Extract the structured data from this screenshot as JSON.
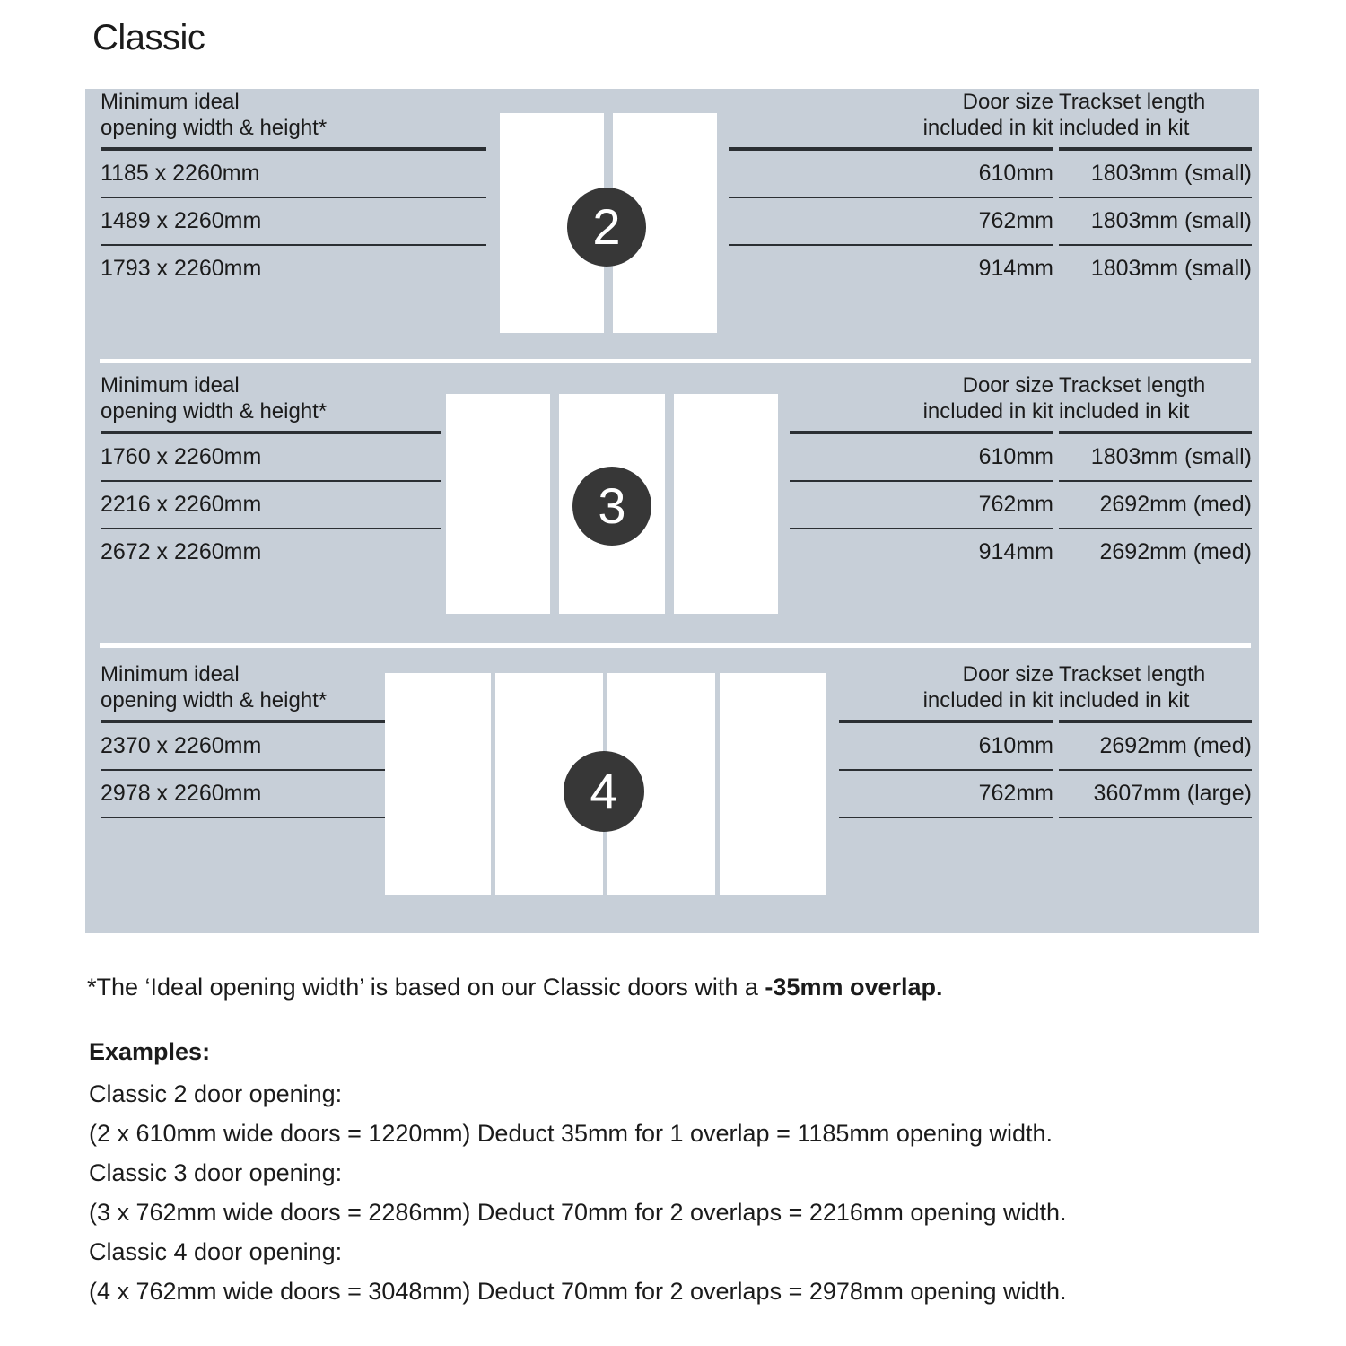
{
  "title": "Classic",
  "colors": {
    "panel_bg": "#c7cfd8",
    "door_fill": "#ffffff",
    "badge_bg": "#373737",
    "rule": "#2b2f33",
    "text": "#1b1b1b",
    "page_bg": "#ffffff"
  },
  "sections": [
    {
      "badge": "2",
      "door_count": 2,
      "left": {
        "header": "Minimum ideal\nopening width & height*",
        "rows": [
          "1185 x 2260mm",
          "1489 x 2260mm",
          "1793 x 2260mm"
        ]
      },
      "door_size": {
        "header": "Door size\nincluded in kit",
        "rows": [
          "610mm",
          "762mm",
          "914mm"
        ]
      },
      "trackset": {
        "header": "Trackset length\nincluded in kit",
        "rows": [
          "1803mm (small)",
          "1803mm (small)",
          "1803mm (small)"
        ]
      }
    },
    {
      "badge": "3",
      "door_count": 3,
      "left": {
        "header": "Minimum ideal\nopening width & height*",
        "rows": [
          "1760 x 2260mm",
          "2216 x 2260mm",
          "2672 x 2260mm"
        ]
      },
      "door_size": {
        "header": "Door size\nincluded in kit",
        "rows": [
          "610mm",
          "762mm",
          "914mm"
        ]
      },
      "trackset": {
        "header": "Trackset length\nincluded in kit",
        "rows": [
          "1803mm (small)",
          "2692mm (med)",
          "2692mm (med)"
        ]
      }
    },
    {
      "badge": "4",
      "door_count": 4,
      "left": {
        "header": "Minimum ideal\nopening width & height*",
        "rows": [
          "2370 x 2260mm",
          "2978 x 2260mm"
        ]
      },
      "door_size": {
        "header": "Door size\nincluded in kit",
        "rows": [
          "610mm",
          "762mm"
        ]
      },
      "trackset": {
        "header": "Trackset length\nincluded in kit",
        "rows": [
          "2692mm (med)",
          "3607mm (large)"
        ]
      }
    }
  ],
  "footnote": {
    "prefix": "*The ‘Ideal opening width’ is based on our Classic doors with a ",
    "bold": "-35mm overlap."
  },
  "examples": {
    "heading": "Examples:",
    "lines": [
      "Classic 2 door opening:",
      "(2 x 610mm wide doors = 1220mm)  Deduct 35mm for 1 overlap = 1185mm opening width.",
      "Classic 3 door opening:",
      "(3 x 762mm wide doors = 2286mm)  Deduct 70mm for 2 overlaps = 2216mm opening width.",
      "Classic 4 door opening:",
      "(4 x 762mm wide doors = 3048mm)  Deduct 70mm for 2 overlaps = 2978mm opening width."
    ]
  }
}
